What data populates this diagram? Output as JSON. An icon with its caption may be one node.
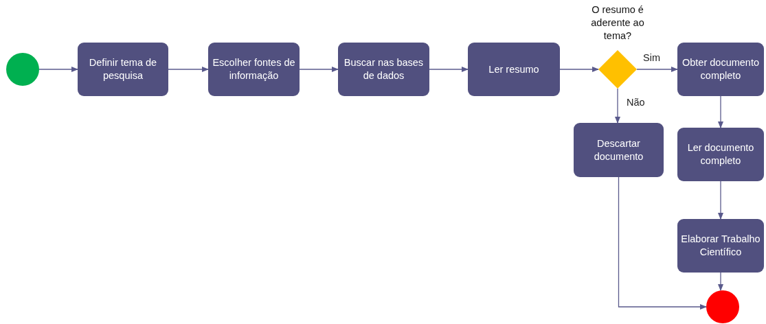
{
  "diagram": {
    "nodes": [
      {
        "text": [],
        "shape": "circle"
      },
      {
        "text": [
          "Definir tema de pesquisa"
        ]
      },
      {
        "text": [
          "Escolher fontes de informação"
        ]
      },
      {
        "text": [
          "Buscar nas bases de dados"
        ]
      },
      {
        "text": [
          "Ler resumo"
        ]
      },
      {
        "text": [
          "O resumo é aderente ao tema?"
        ]
      },
      {
        "text": [
          "Obter documento completo"
        ]
      },
      {
        "text": [
          "Descartar documento"
        ]
      },
      {
        "text": [
          "Ler documento completo"
        ]
      },
      {
        "text": [
          "Elaborar Trabalho Científico"
        ]
      },
      {
        "text": [],
        "shape": "circle"
      }
    ],
    "edges": [
      {
        "from": 0,
        "to": 1,
        "arrow": "to"
      },
      {
        "from": 1,
        "to": 2,
        "arrow": "to"
      },
      {
        "from": 2,
        "to": 3,
        "arrow": "to"
      },
      {
        "from": 3,
        "to": 4,
        "arrow": "to"
      },
      {
        "from": 4,
        "to": 5,
        "arrow": "to"
      },
      {
        "from": 5,
        "to": 6,
        "arrow": "to",
        "label": "Sim"
      },
      {
        "from": 5,
        "to": 7,
        "arrow": "to",
        "label": "Não"
      },
      {
        "from": 6,
        "to": 8,
        "arrow": "to"
      },
      {
        "from": 8,
        "to": 9,
        "arrow": "to"
      },
      {
        "from": 9,
        "to": 10,
        "arrow": "to"
      },
      {
        "from": 7,
        "to": 10,
        "arrow": "to"
      }
    ]
  }
}
